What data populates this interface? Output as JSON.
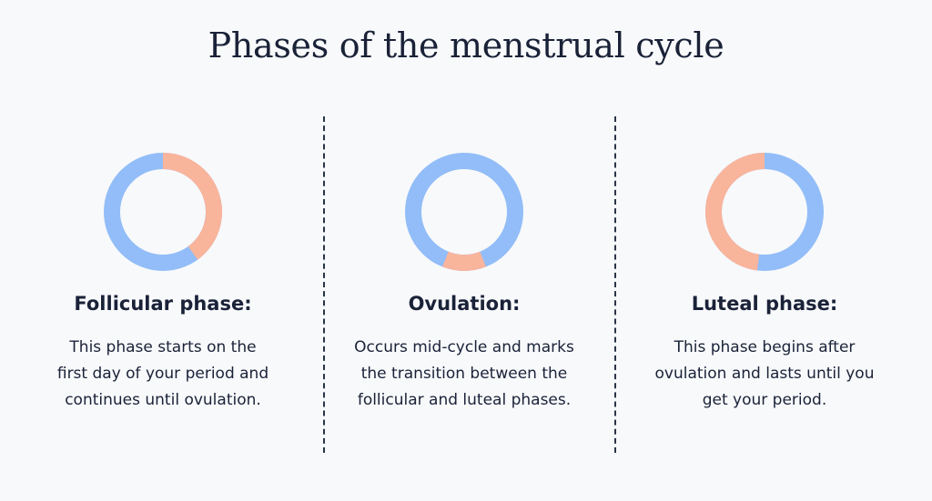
{
  "title": "Phases of the menstrual cycle",
  "colors": {
    "blue": "#92bdf8",
    "peach": "#f9b49c",
    "text": "#1a2238"
  },
  "phases": [
    {
      "heading": "Follicular phase:",
      "description": "This phase starts on the\nfirst day of your period and\ncontinues until ovulation.",
      "highlight": {
        "start": 0.0,
        "end": 0.4
      }
    },
    {
      "heading": "Ovulation:",
      "description": "Occurs mid-cycle and marks\nthe transition between the\nfollicular and luteal phases.",
      "highlight": {
        "start": 0.44,
        "end": 0.56
      }
    },
    {
      "heading": "Luteal phase:",
      "description": "This phase begins after\novulation and lasts until you\nget your period.",
      "highlight": {
        "start": 0.52,
        "end": 1.0
      }
    }
  ]
}
